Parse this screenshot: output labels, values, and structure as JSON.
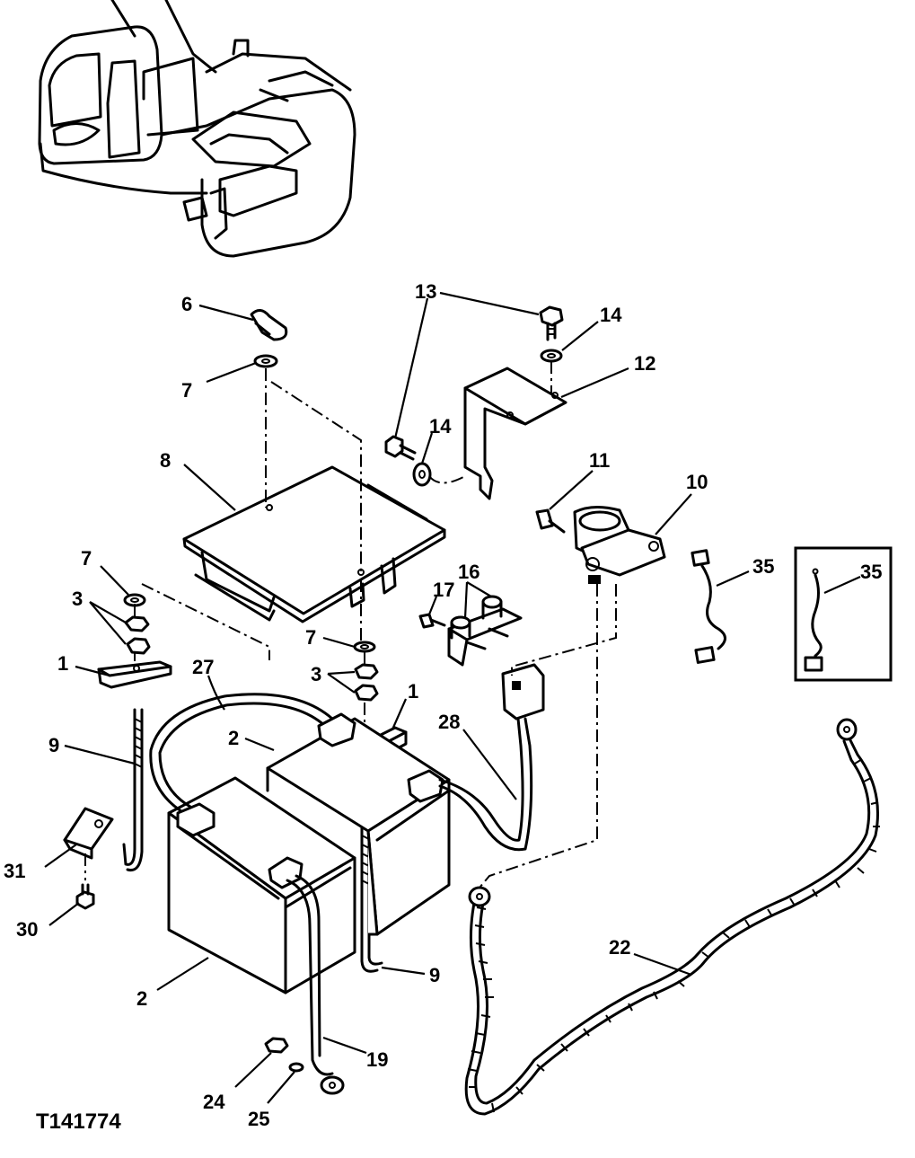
{
  "figure_id": "T141774",
  "callouts": {
    "c1a": "1",
    "c1b": "1",
    "c2a": "2",
    "c2b": "2",
    "c3a": "3",
    "c3b": "3",
    "c6": "6",
    "c7a": "7",
    "c7b": "7",
    "c7c": "7",
    "c8": "8",
    "c9a": "9",
    "c9b": "9",
    "c10": "10",
    "c11": "11",
    "c12": "12",
    "c13": "13",
    "c14a": "14",
    "c14b": "14",
    "c16": "16",
    "c17": "17",
    "c19": "19",
    "c22": "22",
    "c24": "24",
    "c25": "25",
    "c27": "27",
    "c28": "28",
    "c30": "30",
    "c31": "31",
    "c35a": "35",
    "c35b": "35"
  }
}
